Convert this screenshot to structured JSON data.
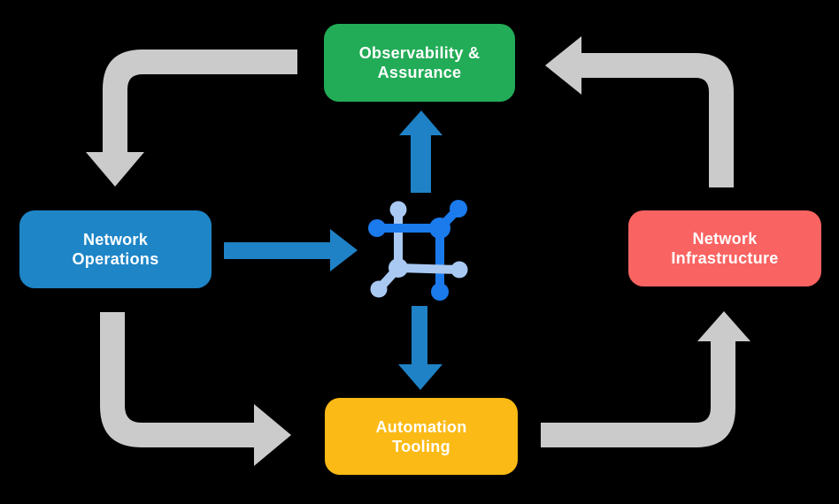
{
  "diagram": {
    "type": "cycle-flow-diagram",
    "nodes": [
      {
        "id": "observability-assurance",
        "label": "Observability & Assurance",
        "line1": "Observability &",
        "line2": "Assurance",
        "color": "#22AC57"
      },
      {
        "id": "network-operations",
        "label": "Network Operations",
        "line1": "Network",
        "line2": "Operations",
        "color": "#1E86C7"
      },
      {
        "id": "network-infrastructure",
        "label": "Network Infrastructure",
        "line1": "Network",
        "line2": "Infrastructure",
        "color": "#F96462"
      },
      {
        "id": "automation-tooling",
        "label": "Automation Tooling",
        "line1": "Automation",
        "line2": "Tooling",
        "color": "#FBBA15"
      }
    ],
    "center_icon": "network-mesh-icon",
    "colors": {
      "background": "#000000",
      "cycle_arrow_gray": "#CBCBCB",
      "flow_arrow_blue": "#1F82C6",
      "icon_dark_blue": "#1B7AEC",
      "icon_light_blue": "#A9C9F3",
      "label_text": "#FFFFFF"
    },
    "cycle_flows": [
      {
        "from": "Observability & Assurance",
        "to": "Network Operations"
      },
      {
        "from": "Network Operations",
        "to": "Automation Tooling"
      },
      {
        "from": "Automation Tooling",
        "to": "Network Infrastructure"
      },
      {
        "from": "Network Infrastructure",
        "to": "Observability & Assurance"
      }
    ],
    "center_flows": [
      {
        "from": "Network Operations",
        "to": "center-icon"
      },
      {
        "from": "center-icon",
        "to": "Observability & Assurance"
      },
      {
        "from": "center-icon",
        "to": "Automation Tooling"
      }
    ]
  }
}
